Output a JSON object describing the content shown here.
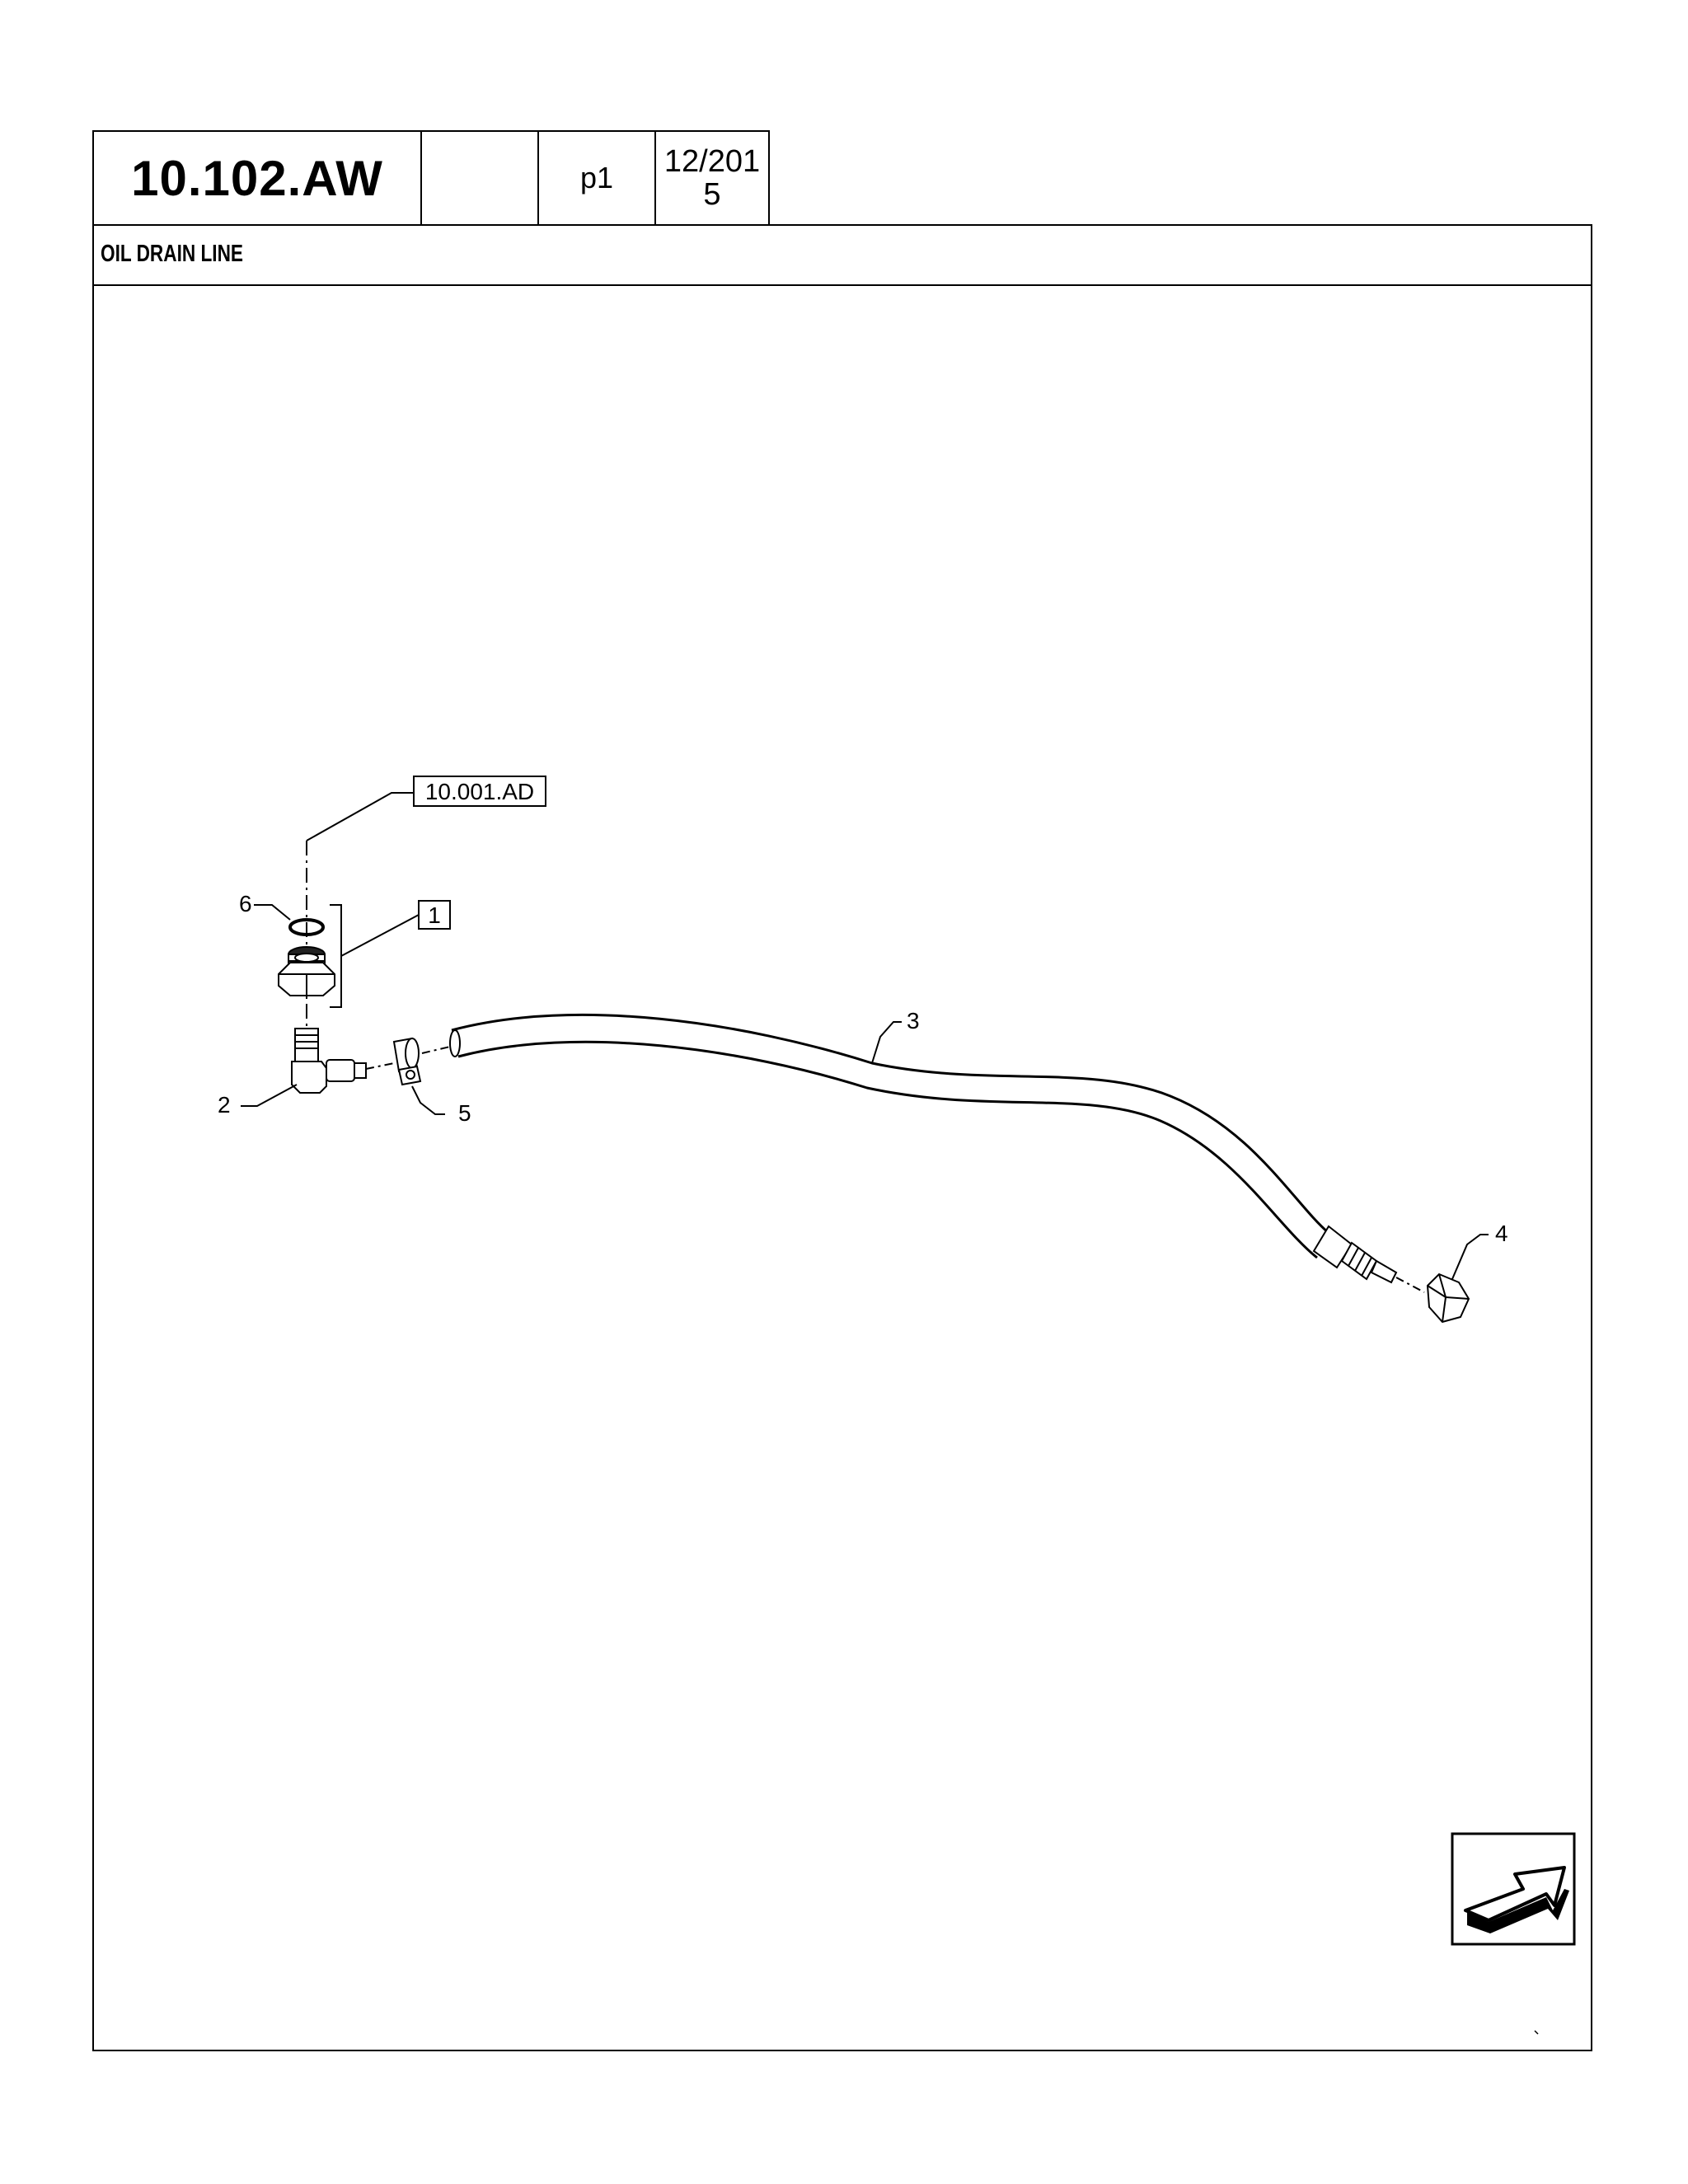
{
  "header": {
    "section_code": "10.102.AW",
    "blank_cell": "",
    "page_label": "p1",
    "date_line1": "12/201",
    "date_line2": "5"
  },
  "title": "OIL DRAIN LINE",
  "diagram": {
    "reference_box": "10.001.AD",
    "callouts": {
      "c1": "1",
      "c2": "2",
      "c3": "3",
      "c4": "4",
      "c5": "5",
      "c6": "6"
    }
  },
  "icons": {
    "navigation": "back-arrow-icon"
  }
}
